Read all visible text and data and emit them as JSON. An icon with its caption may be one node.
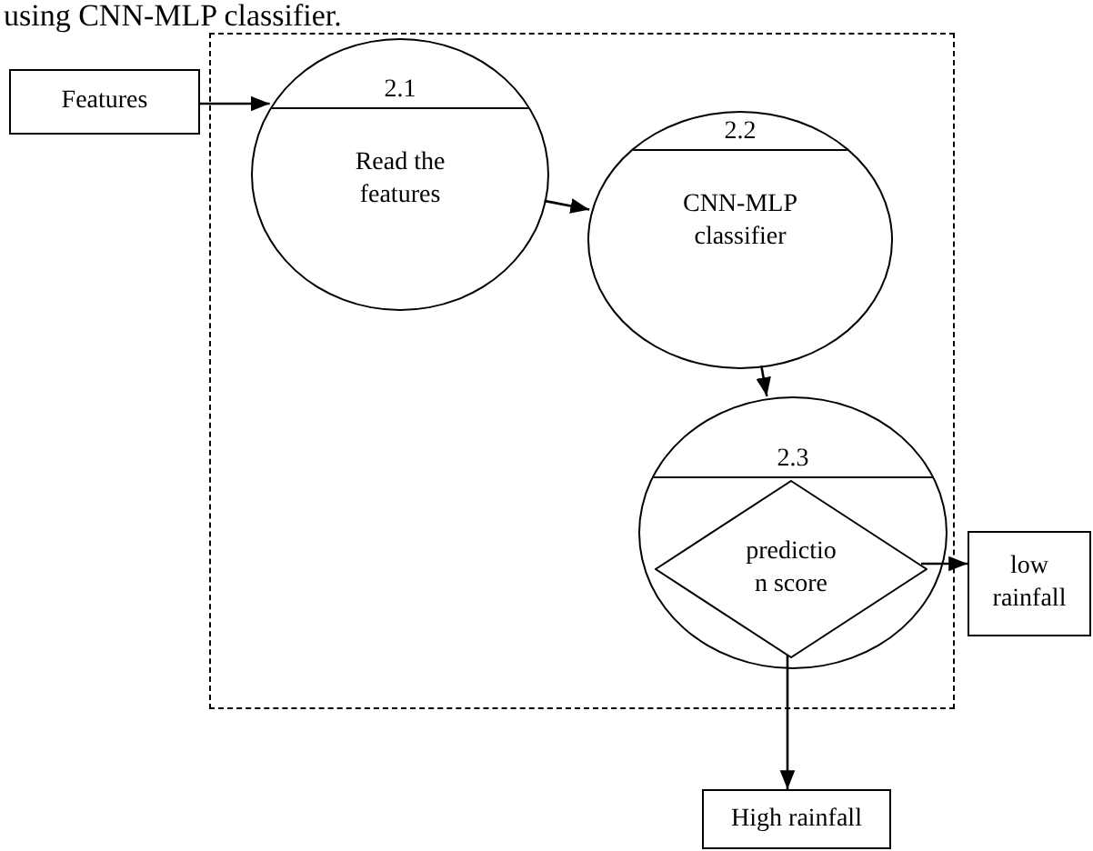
{
  "diagram": {
    "nodes": [
      {
        "text": [
          "Features"
        ]
      },
      {
        "text": [],
        "shape": "box"
      },
      {
        "text": [
          "2.1",
          "Read the features"
        ],
        "in": 1
      },
      {
        "text": [
          "2.2",
          "CNN-MLP classifier"
        ],
        "in": 1
      },
      {
        "text": [
          "2.3"
        ],
        "in": 1
      },
      {
        "text": [
          "predictio n score"
        ],
        "in": 4
      },
      {
        "text": [
          "low rainfall"
        ]
      },
      {
        "text": [
          "High rainfall"
        ]
      }
    ],
    "edges": [
      {
        "from": 0,
        "to": 2,
        "arrow": "to"
      },
      {
        "from": 2,
        "to": 3,
        "arrow": "to"
      },
      {
        "from": 3,
        "to": 4,
        "arrow": "to"
      },
      {
        "from": 5,
        "to": 6,
        "arrow": "to"
      },
      {
        "from": 5,
        "to": 7,
        "arrow": "to"
      }
    ],
    "labels": [
      "using CNN-MLP classifier."
    ]
  }
}
